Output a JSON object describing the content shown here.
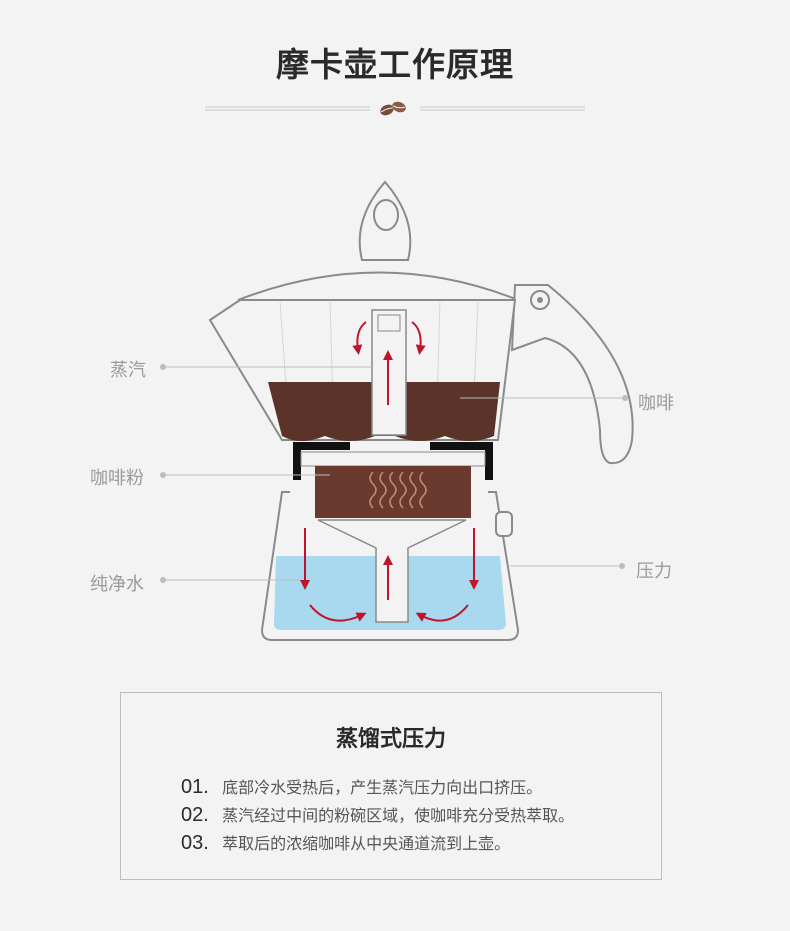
{
  "page_title": "摩卡壶工作原理",
  "labels": {
    "steam": "蒸汽",
    "coffee": "咖啡",
    "coffee_powder": "咖啡粉",
    "pure_water": "纯净水",
    "pressure": "压力"
  },
  "panel": {
    "title": "蒸馏式压力",
    "steps": [
      {
        "num": "01.",
        "text": "底部冷水受热后，产生蒸汽压力向出口挤压。"
      },
      {
        "num": "02.",
        "text": "蒸汽经过中间的粉碗区域，使咖啡充分受热萃取。"
      },
      {
        "num": "03.",
        "text": "萃取后的浓缩咖啡从中央通道流到上壶。"
      }
    ]
  },
  "colors": {
    "coffee": "#5a3428",
    "water": "#a9d9ef",
    "arrow": "#c0142a",
    "outline": "#8a8a8a"
  }
}
